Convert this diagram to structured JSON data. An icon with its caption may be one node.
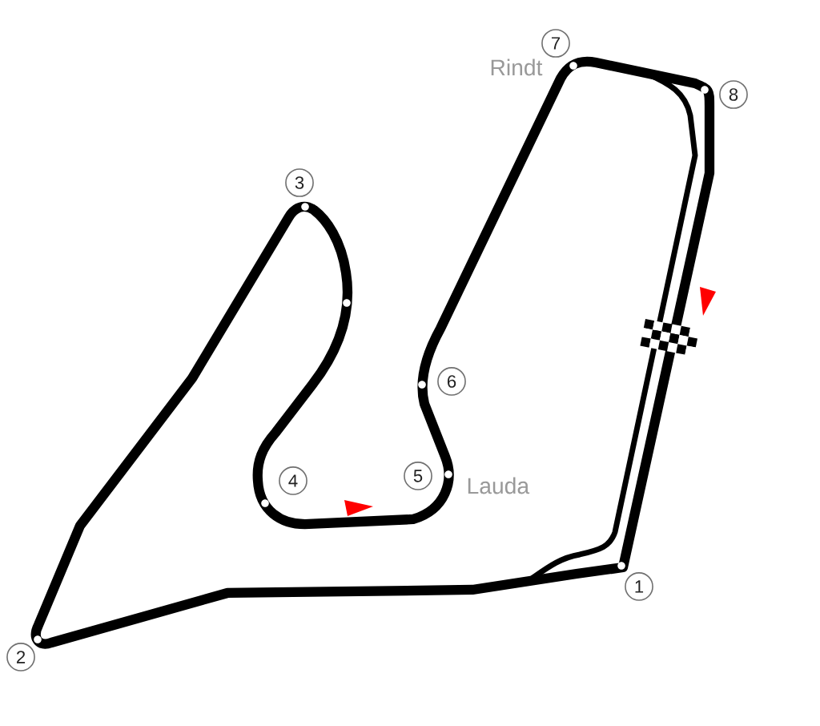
{
  "diagram": {
    "nodes": [
      {
        "text": [
          "1"
        ]
      },
      {
        "text": [
          "2"
        ]
      },
      {
        "text": [
          "3"
        ]
      },
      {
        "text": [
          "4"
        ]
      },
      {
        "text": [
          "5"
        ],
        "beside": [
          "Lauda"
        ]
      },
      {
        "text": [
          "6"
        ]
      },
      {
        "text": [
          "7"
        ],
        "beside": [
          "Rindt"
        ]
      },
      {
        "text": [
          "8"
        ]
      }
    ]
  }
}
